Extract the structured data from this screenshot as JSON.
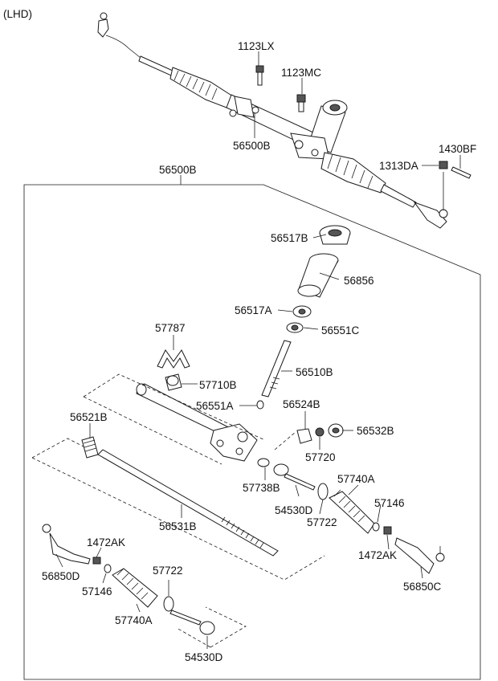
{
  "diagram": {
    "corner_note": "(LHD)",
    "labels": {
      "p1123LX": "1123LX",
      "p1123MC": "1123MC",
      "p56500B_top": "56500B",
      "p1430BF": "1430BF",
      "p1313DA": "1313DA",
      "p56500B_frame": "56500B",
      "p56517B": "56517B",
      "p56856": "56856",
      "p56517A": "56517A",
      "p56551C": "56551C",
      "p57787": "57787",
      "p56510B": "56510B",
      "p57710B": "57710B",
      "p56551A": "56551A",
      "p56524B": "56524B",
      "p56521B": "56521B",
      "p56532B": "56532B",
      "p57720": "57720",
      "p57738B": "57738B",
      "p57740A_right": "57740A",
      "p54530D_right": "54530D",
      "p57146_right": "57146",
      "p57722_right": "57722",
      "p56531B": "56531B",
      "p1472AK_left": "1472AK",
      "p1472AK_right": "1472AK",
      "p56850D": "56850D",
      "p57146_left": "57146",
      "p56850C": "56850C",
      "p57722_left": "57722",
      "p57740A_left": "57740A",
      "p54530D_left": "54530D"
    }
  }
}
